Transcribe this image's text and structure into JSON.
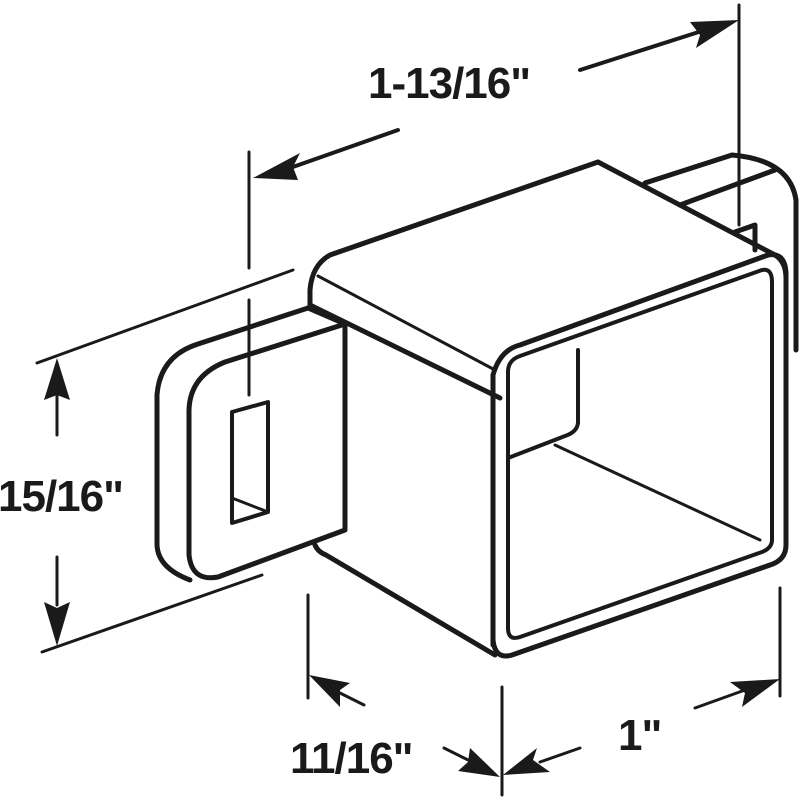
{
  "diagram": {
    "subject": "square tube end bracket with slotted tabs",
    "line_color": "#1a1a1a",
    "background": "#ffffff",
    "dimensions": {
      "length": {
        "label": "1-13/16\""
      },
      "height": {
        "label": "15/16\""
      },
      "depth": {
        "label": "11/16\""
      },
      "width": {
        "label": "1\""
      }
    }
  }
}
